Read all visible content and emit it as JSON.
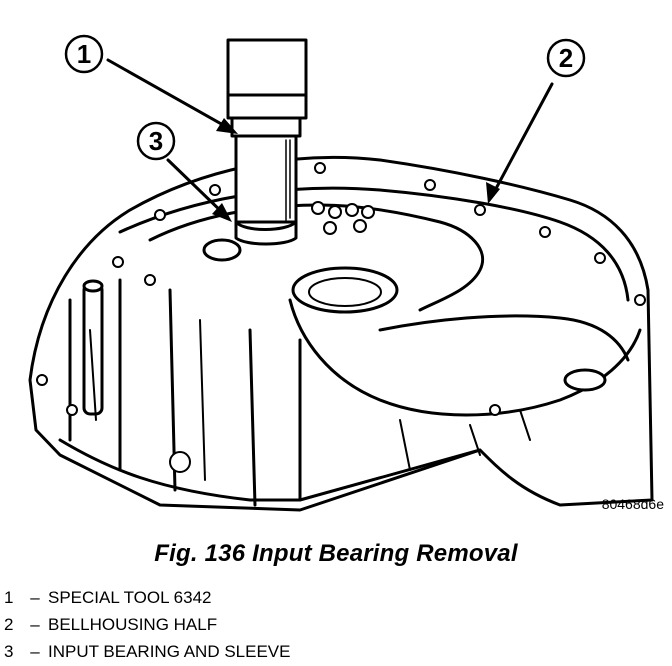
{
  "figure": {
    "callouts": [
      {
        "number": "1"
      },
      {
        "number": "2"
      },
      {
        "number": "3"
      }
    ],
    "art_code": "80468d6e",
    "caption": "Fig. 136 Input Bearing Removal"
  },
  "legend": {
    "separator": "–",
    "items": [
      {
        "number": "1",
        "text": "SPECIAL TOOL 6342"
      },
      {
        "number": "2",
        "text": "BELLHOUSING HALF"
      },
      {
        "number": "3",
        "text": "INPUT BEARING AND SLEEVE"
      }
    ]
  },
  "colors": {
    "ink": "#000000",
    "paper": "#ffffff"
  }
}
